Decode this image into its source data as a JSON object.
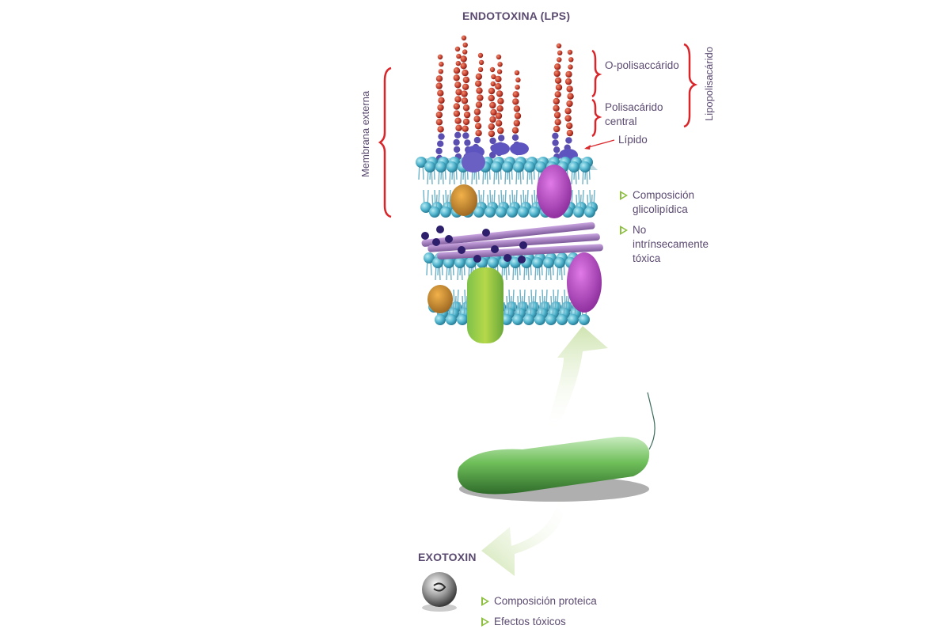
{
  "endotoxin": {
    "title": "ENDOTOXINA (LPS)",
    "labels": {
      "o_polysaccharide": "O-polisaccárido",
      "core_polysaccharide_line1": "Polisacárido",
      "core_polysaccharide_line2": "central",
      "lipid": "Lípido",
      "outer_membrane": "Membrana externa",
      "lipopolysaccharide": "Lipopolisacárido"
    },
    "bullets": [
      {
        "lines": [
          "Composición",
          "glicolipídica"
        ]
      },
      {
        "lines": [
          "No",
          "intrínsecamente",
          "tóxica"
        ]
      }
    ]
  },
  "exotoxin": {
    "title": "EXOTOXIN",
    "bullets": [
      {
        "lines": [
          "Composición proteica"
        ]
      },
      {
        "lines": [
          "Efectos tóxicos"
        ]
      }
    ]
  },
  "colors": {
    "text": "#5b4a70",
    "bracket": "#d9262b",
    "bullet": "#8cbf3f",
    "lipid_head": "#5bb8cf",
    "lps_chain": "#c0392b",
    "bacterium": "#6fbf5a",
    "arrow": "#d7e8c0"
  }
}
